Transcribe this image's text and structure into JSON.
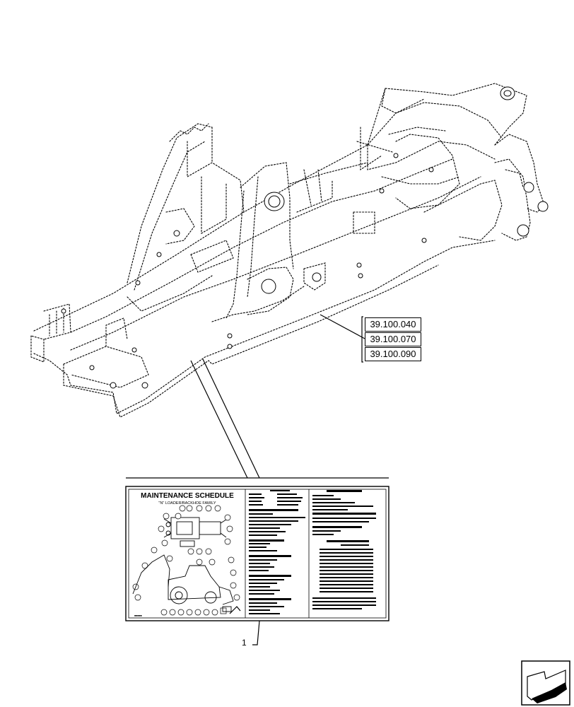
{
  "references": [
    "39.100.040",
    "39.100.070",
    "39.100.090"
  ],
  "callout": {
    "number": "1"
  },
  "decal": {
    "title": "MAINTENANCE SCHEDULE",
    "subtitle": "\"N\" LOADER/BACKHOE FAMILY"
  },
  "nav_icon": {
    "name": "next-page-arrow-icon"
  }
}
